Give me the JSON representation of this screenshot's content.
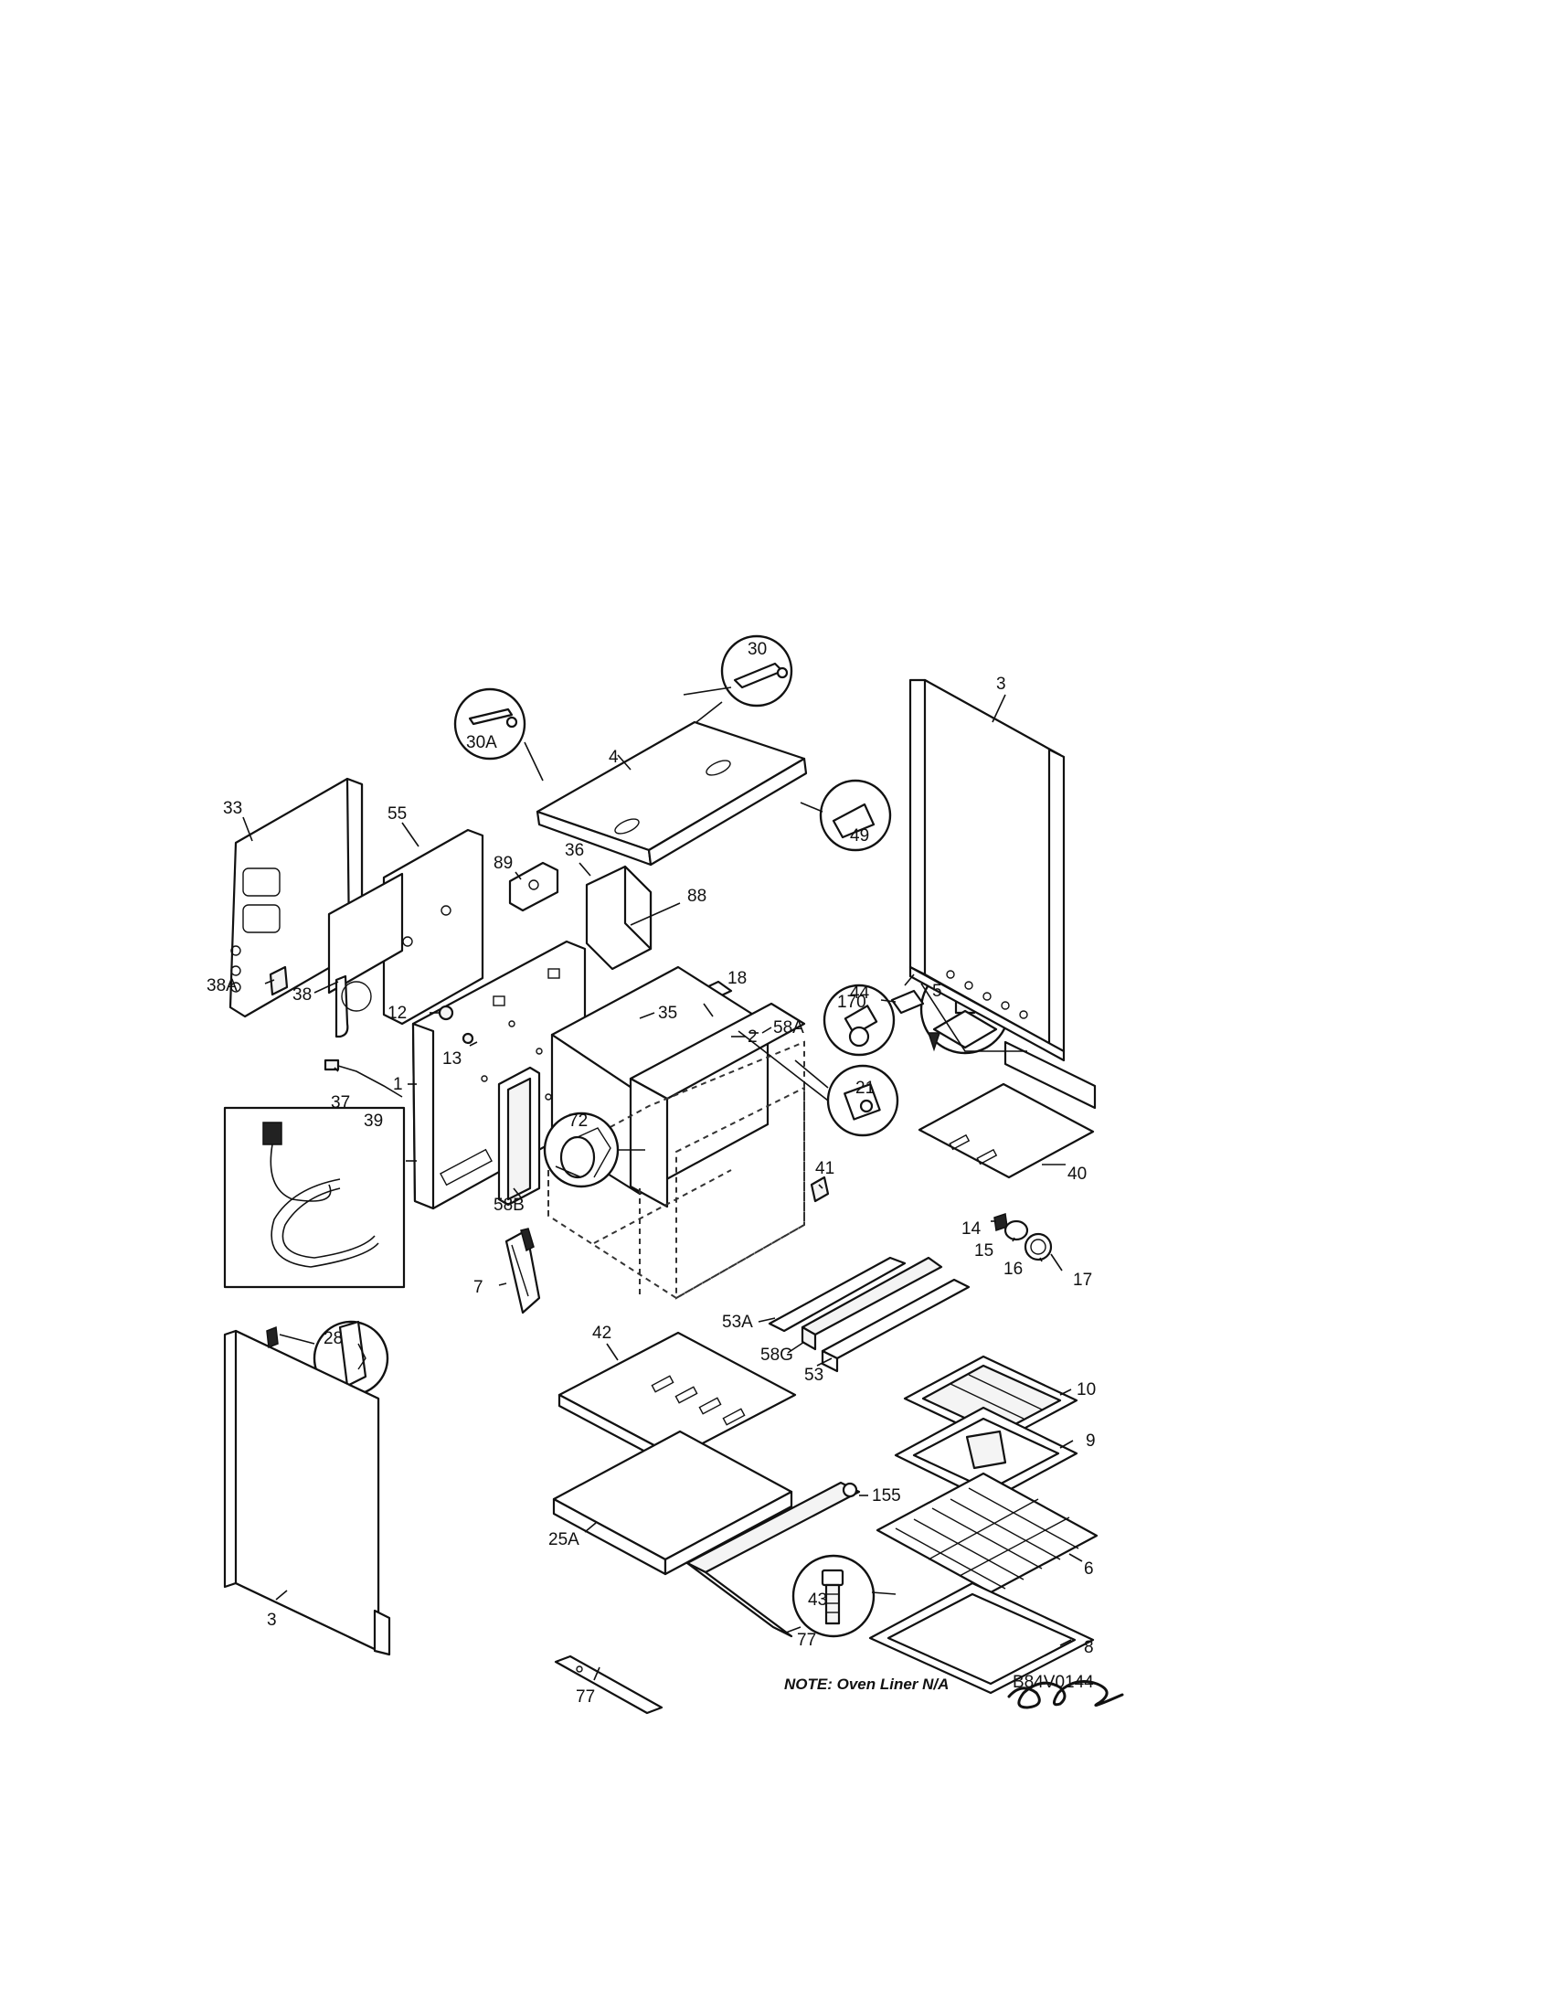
{
  "labels": {
    "p33": "33",
    "p55": "55",
    "p38a": "38A",
    "p38": "38",
    "p37": "37",
    "p1": "1",
    "p39": "39",
    "p12": "12",
    "p13": "13",
    "p89": "89",
    "p36": "36",
    "p88": "88",
    "p35": "35",
    "p18": "18",
    "p2": "2",
    "p58a": "58A",
    "p58b": "58B",
    "p72": "72",
    "p41": "41",
    "p44": "44",
    "p21": "21",
    "p4": "4",
    "p30": "30",
    "p30a": "30A",
    "p49": "49",
    "p3top": "3",
    "p170": "170",
    "p5": "5",
    "p40": "40",
    "p14": "14",
    "p15": "15",
    "p16": "16",
    "p17": "17",
    "p7": "7",
    "p53a": "53A",
    "p58g": "58G",
    "p53": "53",
    "p42": "42",
    "p10": "10",
    "p9": "9",
    "p28": "28",
    "p3bottom": "3",
    "p25a": "25A",
    "p155": "155",
    "p43": "43",
    "p6": "6",
    "p77a": "77",
    "p77b": "77",
    "p8": "8"
  },
  "note": "NOTE: Oven Liner N/A",
  "diagram_code": "B84V0144"
}
